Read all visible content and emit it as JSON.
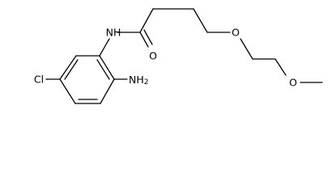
{
  "molecule": {
    "atoms": {
      "amide_nh": {
        "label": "NH"
      },
      "carbonyl_o": {
        "label": "O"
      },
      "ether_o1": {
        "label": "O"
      },
      "ether_o2": {
        "label": "O"
      },
      "chloro": {
        "label": "Cl"
      },
      "amino": {
        "label": "NH2",
        "text": "NH",
        "subscript": "2"
      }
    }
  }
}
